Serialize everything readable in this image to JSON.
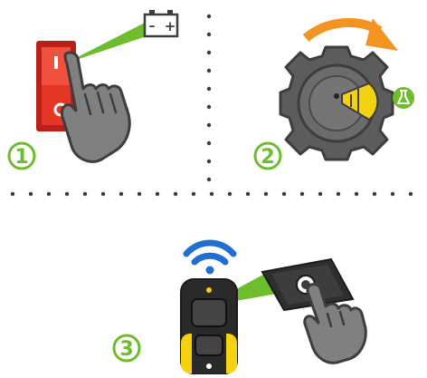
{
  "steps": [
    {
      "number": "1",
      "title": "power-switch"
    },
    {
      "number": "2",
      "title": "knob-turn"
    },
    {
      "number": "3",
      "title": "remote-button"
    }
  ],
  "icons": {
    "battery": "battery-icon",
    "power_switch": "power-rocker-switch-icon",
    "pointing_hand": "pointing-hand-icon",
    "knob": "gear-knob-icon",
    "arrow": "curved-arrow-icon",
    "wifi": "wireless-signal-icon",
    "remote": "remote-control-icon"
  },
  "battery_symbols": {
    "minus": "–",
    "plus": "+"
  },
  "colors": {
    "accent_green": "#6dbd2d",
    "switch_red": "#e53525",
    "dark_gray": "#3d3d3d",
    "hand_gray": "#808080",
    "arrow_orange": "#f39322",
    "signal_blue": "#1f6fd1",
    "yellow": "#f4d20f"
  }
}
